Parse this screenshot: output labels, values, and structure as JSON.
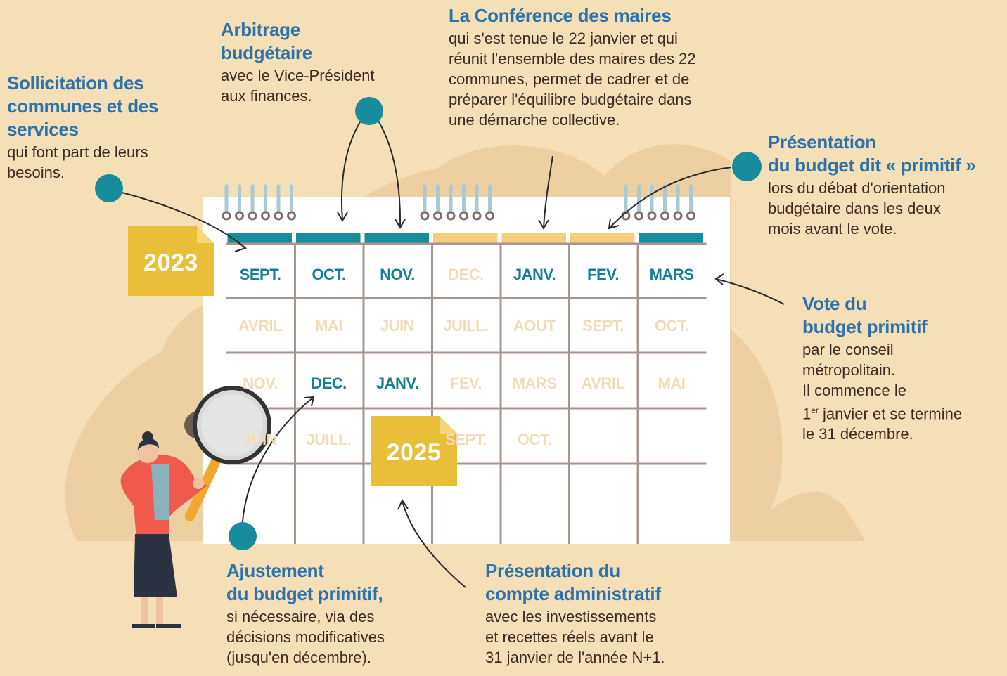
{
  "annotations": {
    "sollicitation": {
      "title_lines": [
        "Sollicitation des",
        "communes et des",
        "services"
      ],
      "body_lines": [
        "qui font part de leurs",
        "besoins."
      ]
    },
    "arbitrage": {
      "title_lines": [
        "Arbitrage",
        "budgétaire"
      ],
      "body_lines": [
        "avec le Vice-Président",
        "aux finances."
      ]
    },
    "conference": {
      "title_lines": [
        "La Conférence des maires"
      ],
      "body_lines": [
        "qui s'est tenue le 22 janvier et qui",
        "réunit l'ensemble des maires des 22",
        "communes, permet de cadrer et de",
        "préparer l'équilibre budgétaire dans",
        "une démarche collective."
      ]
    },
    "presentation_primitif": {
      "title_lines": [
        "Présentation",
        "du budget dit « primitif »"
      ],
      "body_lines": [
        "lors du débat d'orientation",
        "budgétaire dans les deux",
        "mois avant le vote."
      ]
    },
    "vote": {
      "title_lines": [
        "Vote du",
        "budget primitif"
      ],
      "body_lines": [
        "par le conseil",
        "métropolitain.",
        "Il commence le"
      ],
      "body_sup_line": {
        "pre": "1",
        "sup": "er",
        "post": " janvier et se termine"
      },
      "body_last_line": "le 31 décembre."
    },
    "ajustement": {
      "title_lines": [
        "Ajustement",
        "du budget primitif,"
      ],
      "body_lines": [
        "si nécessaire, via des",
        "décisions modificatives",
        "(jusqu'en décembre)."
      ]
    },
    "compte": {
      "title_lines": [
        "Présentation du",
        "compte administratif"
      ],
      "body_lines": [
        "avec les investissements",
        "et recettes réels avant le",
        "31 janvier de l'année N+1."
      ]
    }
  },
  "calendar": {
    "rows": [
      [
        {
          "label": "SEPT.",
          "style": "teal"
        },
        {
          "label": "OCT.",
          "style": "teal"
        },
        {
          "label": "NOV.",
          "style": "teal"
        },
        {
          "label": "DEC.",
          "style": "faded"
        },
        {
          "label": "JANV.",
          "style": "teal"
        },
        {
          "label": "FEV.",
          "style": "teal"
        },
        {
          "label": "MARS",
          "style": "teal"
        }
      ],
      [
        {
          "label": "AVRIL",
          "style": "faded"
        },
        {
          "label": "MAI",
          "style": "faded"
        },
        {
          "label": "JUIN",
          "style": "faded"
        },
        {
          "label": "JUILL.",
          "style": "faded"
        },
        {
          "label": "AOUT",
          "style": "faded"
        },
        {
          "label": "SEPT.",
          "style": "faded"
        },
        {
          "label": "OCT.",
          "style": "faded"
        }
      ],
      [
        {
          "label": "NOV.",
          "style": "faded"
        },
        {
          "label": "DEC.",
          "style": "teal"
        },
        {
          "label": "JANV.",
          "style": "teal"
        },
        {
          "label": "FEV.",
          "style": "faded"
        },
        {
          "label": "MARS",
          "style": "faded"
        },
        {
          "label": "AVRIL",
          "style": "faded"
        },
        {
          "label": "MAI",
          "style": "faded"
        }
      ],
      [
        {
          "label": "JUIN",
          "style": "faded"
        },
        {
          "label": "JUILL.",
          "style": "faded"
        },
        {
          "label": "",
          "style": "faded"
        },
        {
          "label": "SEPT.",
          "style": "faded"
        },
        {
          "label": "OCT.",
          "style": "faded"
        },
        {
          "label": "",
          "style": "faded"
        },
        {
          "label": "",
          "style": "faded"
        }
      ]
    ],
    "header_bar_colors": [
      "#178c9c",
      "#178c9c",
      "#178c9c",
      "#f6cd7c",
      "#f6cd7c",
      "#f6cd7c",
      "#178c9c"
    ]
  },
  "years": {
    "first": "2023",
    "second": "2025"
  },
  "colors": {
    "background": "#f4dfb6",
    "title_blue": "#2c73ad",
    "teal": "#167f95",
    "dot": "#178c9c",
    "note_yellow": "#e9bf3a",
    "grid": "#a89590"
  }
}
